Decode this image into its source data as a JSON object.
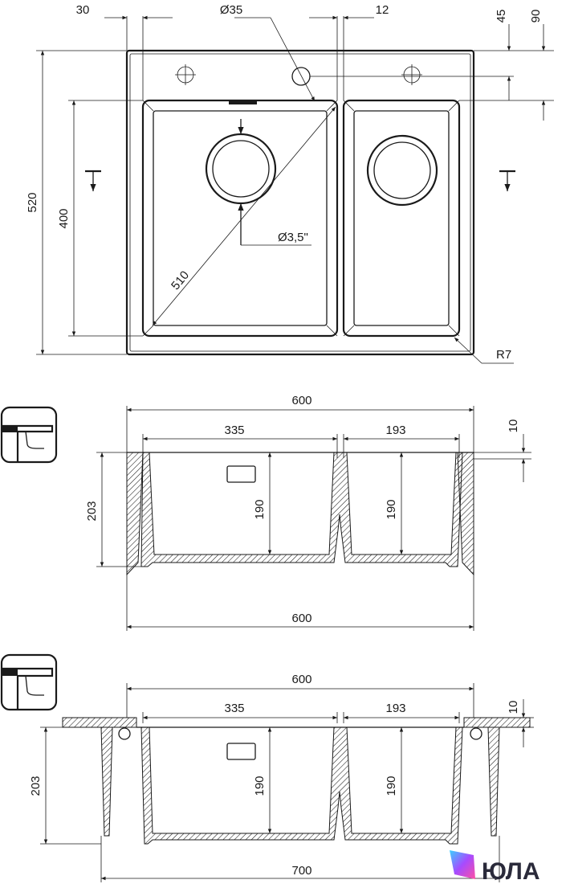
{
  "top_view": {
    "width_label_left": "30",
    "hole_diameter": "Ø35",
    "offset_label": "12",
    "dim_45": "45",
    "dim_90": "90",
    "overall_height": "520",
    "bowl_height": "400",
    "diagonal": "510",
    "drain_size": "Ø3,5\"",
    "corner_radius": "R7"
  },
  "section_view": {
    "overall_width": "600",
    "left_bowl_width": "335",
    "right_bowl_width": "193",
    "rim_thickness": "10",
    "overall_depth": "203",
    "left_bowl_depth": "190",
    "right_bowl_depth": "190",
    "bottom_width": "600"
  },
  "installed_view": {
    "overall_width": "600",
    "left_bowl_width": "335",
    "right_bowl_width": "193",
    "rim_thickness": "10",
    "overall_depth": "203",
    "left_bowl_depth": "190",
    "right_bowl_depth": "190",
    "cabinet_width": "700"
  },
  "logo": {
    "text": "ЮЛА"
  },
  "colors": {
    "line": "#1a1a1a",
    "background": "#ffffff"
  }
}
